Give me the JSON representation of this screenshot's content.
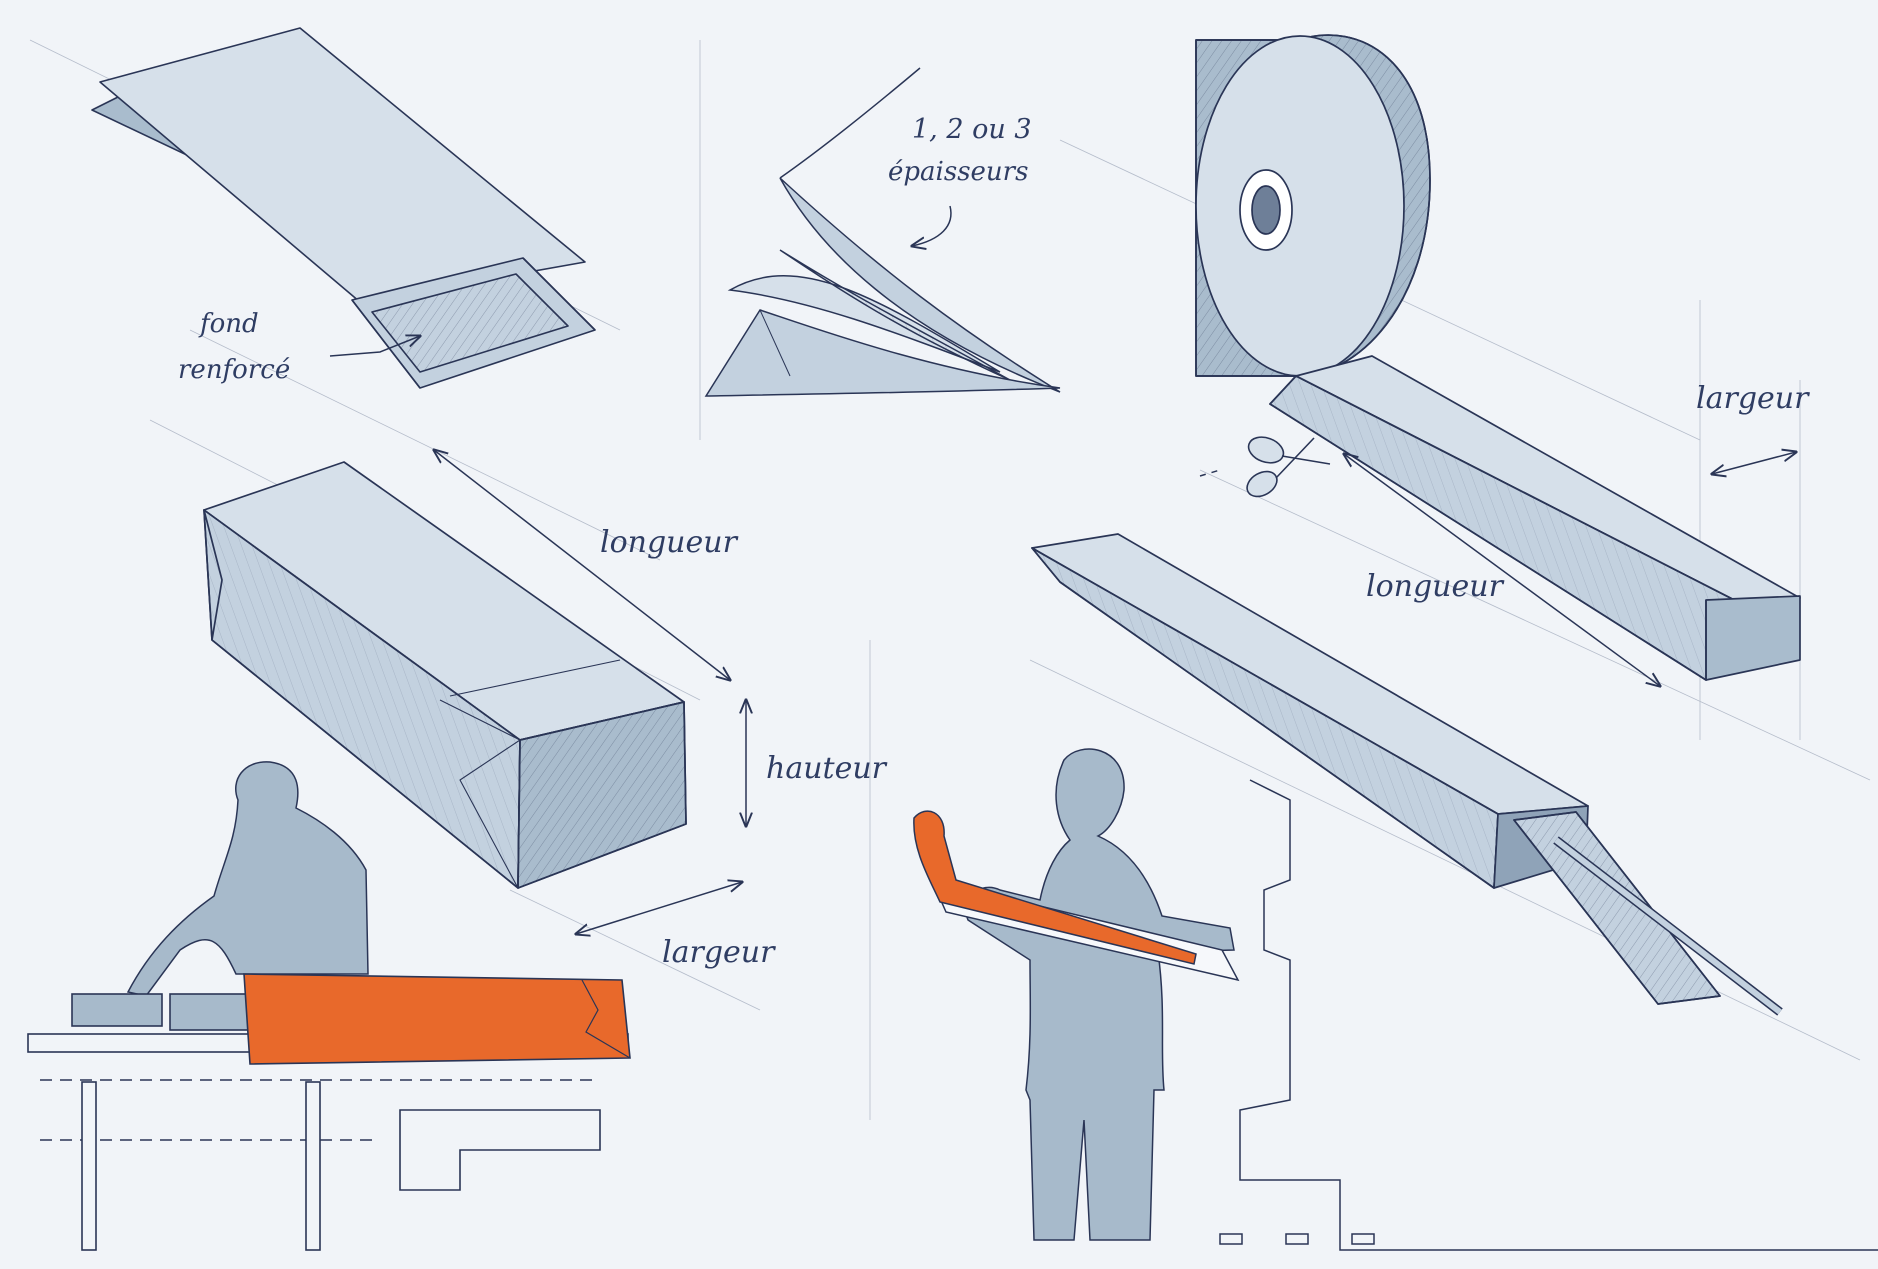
{
  "labels": {
    "fond_line1": "fond",
    "fond_line2": "renforcé",
    "epaisseurs_line1": "1, 2 ou 3",
    "epaisseurs_line2": "épaisseurs",
    "longueur_left": "longueur",
    "hauteur": "hauteur",
    "largeur_left": "largeur",
    "largeur_right": "largeur",
    "longueur_right": "longueur"
  },
  "colors": {
    "background": "#f1f4f8",
    "paper_light": "#d6e0ea",
    "paper_mid": "#c3d1df",
    "paper_dark": "#a9bccd",
    "ink": "#2a3556",
    "silhouette": "#a7bacb",
    "accent_orange": "#e8692b"
  }
}
